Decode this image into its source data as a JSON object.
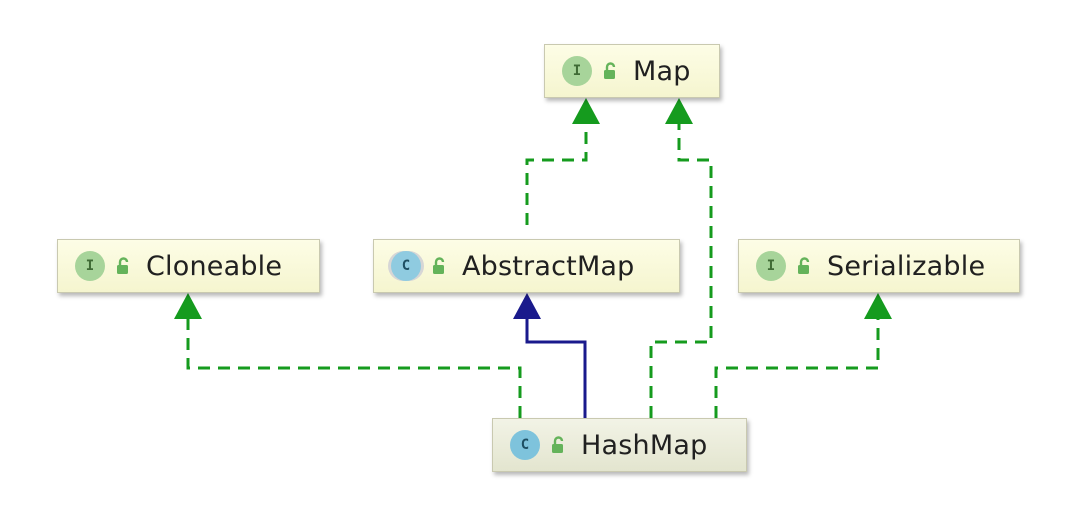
{
  "colors": {
    "realization_edge": "#159b1e",
    "inheritance_edge": "#1a1a8c",
    "interface_badge": "#a7d49a",
    "class_badge": "#7ec3dc",
    "lock_icon": "#64b35a"
  },
  "nodes": [
    {
      "id": "map",
      "name": "Map",
      "kind": "interface",
      "badge": "I",
      "icon": "unlocked-padlock-icon"
    },
    {
      "id": "cloneable",
      "name": "Cloneable",
      "kind": "interface",
      "badge": "I",
      "icon": "unlocked-padlock-icon"
    },
    {
      "id": "abstractmap",
      "name": "AbstractMap",
      "kind": "abstract-class",
      "badge": "C",
      "icon": "unlocked-padlock-icon"
    },
    {
      "id": "serializable",
      "name": "Serializable",
      "kind": "interface",
      "badge": "I",
      "icon": "unlocked-padlock-icon"
    },
    {
      "id": "hashmap",
      "name": "HashMap",
      "kind": "class",
      "badge": "C",
      "icon": "unlocked-padlock-icon"
    }
  ],
  "edges": [
    {
      "from": "abstractmap",
      "to": "map",
      "style": "implements"
    },
    {
      "from": "hashmap",
      "to": "map",
      "style": "implements"
    },
    {
      "from": "hashmap",
      "to": "cloneable",
      "style": "implements"
    },
    {
      "from": "hashmap",
      "to": "abstractmap",
      "style": "extends"
    },
    {
      "from": "hashmap",
      "to": "serializable",
      "style": "implements"
    }
  ]
}
